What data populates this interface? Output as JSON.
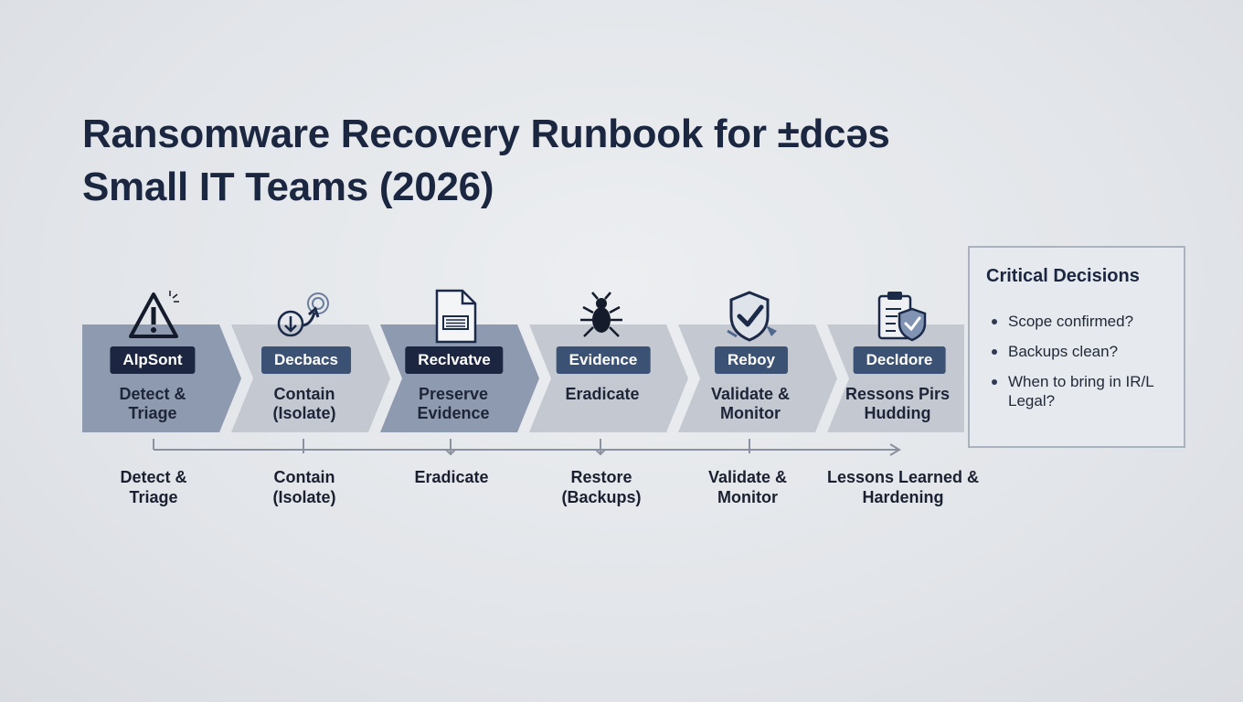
{
  "title": {
    "line1": "Ransomware Recovery Runbook for ±dcəs",
    "line2": "Small IT Teams (2026)"
  },
  "colors": {
    "chevron_dark": "#8e9ab0",
    "chevron_light": "#c4c9d1",
    "badge_navy": "#1c2640",
    "badge_blue": "#3b5275"
  },
  "stages": [
    {
      "badge": "AlpSont",
      "label": "Detect & Triage",
      "icon": "warning-icon"
    },
    {
      "badge": "Decbacs",
      "label": "Contain (Isolate)",
      "icon": "isolate-arrows-icon"
    },
    {
      "badge": "Reclvatve",
      "label": "Preserve Evidence",
      "icon": "document-icon"
    },
    {
      "badge": "Evidence",
      "label": "Eradicate",
      "icon": "bug-icon"
    },
    {
      "badge": "Reboy",
      "label": "Validate & Monitor",
      "icon": "shield-check-icon"
    },
    {
      "badge": "Decldore",
      "label": "Ressons Pirs Hudding",
      "icon": "clipboard-shield-icon"
    }
  ],
  "timeline_labels": [
    "Detect & Triage",
    "Contain (Isolate)",
    "Eradicate",
    "Restore (Backups)",
    "Validate & Monitor",
    "Lessons Learned & Hardening"
  ],
  "decisions": {
    "title": "Critical Decisions",
    "items": [
      "Scope confirmed?",
      "Backups clean?",
      "When to bring in IR/L Legal?"
    ]
  }
}
